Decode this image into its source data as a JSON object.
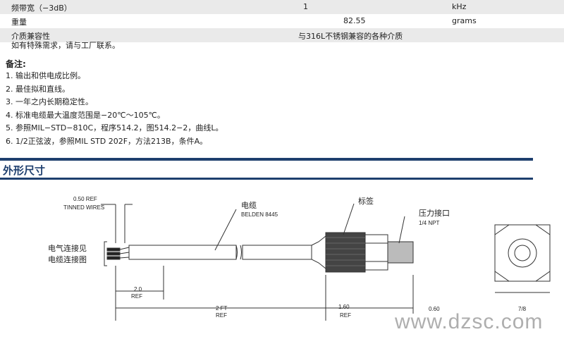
{
  "specs": [
    {
      "label": "频带宽（−3dB）",
      "value": "1",
      "unit": "kHz"
    },
    {
      "label": "重量",
      "value": "82.55",
      "unit": "grams"
    },
    {
      "label": "介质兼容性",
      "value": "与316L不锈钢兼容的各种介质",
      "unit": ""
    }
  ],
  "special_request": "如有特殊需求，请与工厂联系。",
  "notes_title": "备注:",
  "notes": [
    {
      "num": "1.",
      "text": "输出和供电成比例。"
    },
    {
      "num": "2.",
      "text": "最佳拟和直线。"
    },
    {
      "num": "3.",
      "text": "一年之内长期稳定性。"
    },
    {
      "num": "4.",
      "text": "标准电缆最大温度范围是−20℃～105℃。"
    },
    {
      "num": "5.",
      "text": "参照MIL−STD−810C，程序514.2，图514.2−2，曲线L。"
    },
    {
      "num": "6.",
      "text": "1/2正弦波，参照MIL STD 202F，方法213B，条件A。"
    }
  ],
  "section_title": "外形尺寸",
  "drawing": {
    "dim_050": "0.50 REF",
    "tinned_wires": "TINNED WIRES",
    "cable_label": "电缆",
    "cable_part": "BELDEN 8445",
    "label_tag": "标签",
    "pressure_port": "压力接口",
    "npt": "1/4 NPT",
    "elec_conn_1": "电气连接见",
    "elec_conn_2": "电缆连接图",
    "dim_20": "2.0",
    "ref_a": "REF",
    "dim_2ft": "2 FT",
    "ref_b": "REF",
    "dim_160": "1.60",
    "ref_c": "REF",
    "dim_060": "0.60",
    "dim_78": "7/8"
  },
  "watermark": "www.dzsc.com"
}
